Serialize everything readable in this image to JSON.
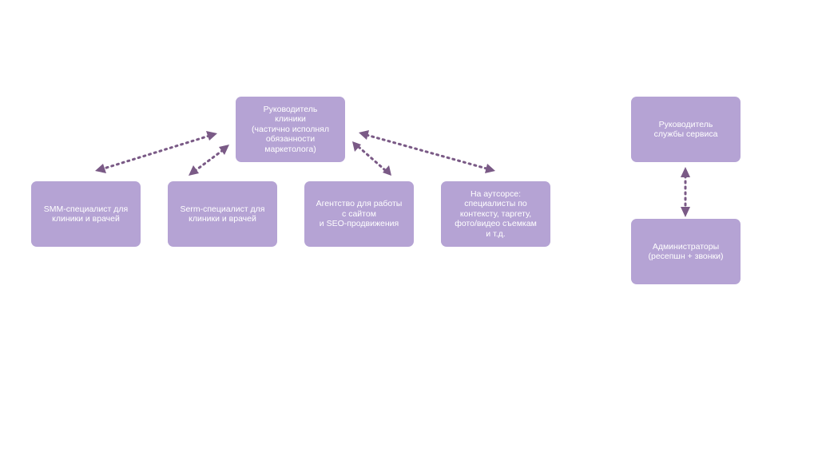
{
  "diagram": {
    "nodes": {
      "head_clinic": "Руководитель\nклиники\n(частично исполнял\nобязанности\nмаркетолога)",
      "smm": "SMM-специалист для\nклиники и врачей",
      "serm": "Serm-специалист для\nклиники и врачей",
      "agency": "Агентство для работы\nс сайтом\nи SEO-продвижения",
      "outsource": "На аутсорсе:\nспециалисты по\nконтексту, таргету,\nфото/видео съемкам\nи т.д.",
      "head_service": "Руководитель\nслужбы сервиса",
      "admins": "Администраторы\n(ресепшн + звонки)"
    },
    "colors": {
      "node_fill": "#b5a3d4",
      "node_text": "#ffffff",
      "connector": "#7a5a86"
    },
    "connector_style": "dotted double-headed arrows"
  }
}
